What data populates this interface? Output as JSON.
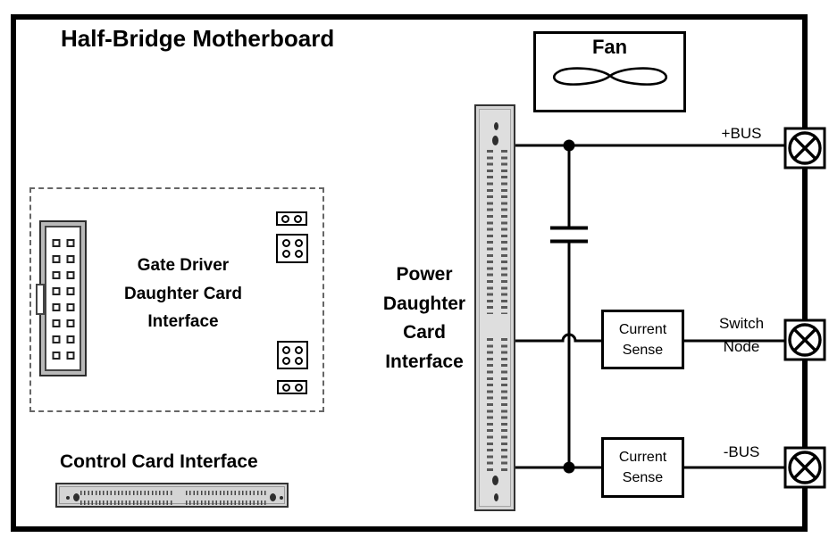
{
  "diagram": {
    "title": "Half-Bridge Motherboard",
    "fan": {
      "label": "Fan",
      "icon": "fan-blades-icon"
    },
    "gate_driver_interface": {
      "label": "Gate Driver\nDaughter Card\nInterface"
    },
    "power_interface": {
      "label": "Power\nDaughter\nCard\nInterface"
    },
    "control_card_interface": {
      "label": "Control Card Interface"
    },
    "current_sense_top": {
      "label": "Current\nSense"
    },
    "current_sense_bottom": {
      "label": "Current\nSense"
    },
    "nets": {
      "plus_bus": "+BUS",
      "switch_node": "Switch\nNode",
      "minus_bus": "-BUS"
    },
    "icons": {
      "fan": "fan-blades-icon",
      "terminal": "circled-x-terminal-icon",
      "capacitor": "capacitor-symbol"
    },
    "colors": {
      "line": "#000000",
      "connector_fill": "#d4d4d4",
      "connector_border": "#333333",
      "pin_fill": "#5a5a5a"
    }
  }
}
